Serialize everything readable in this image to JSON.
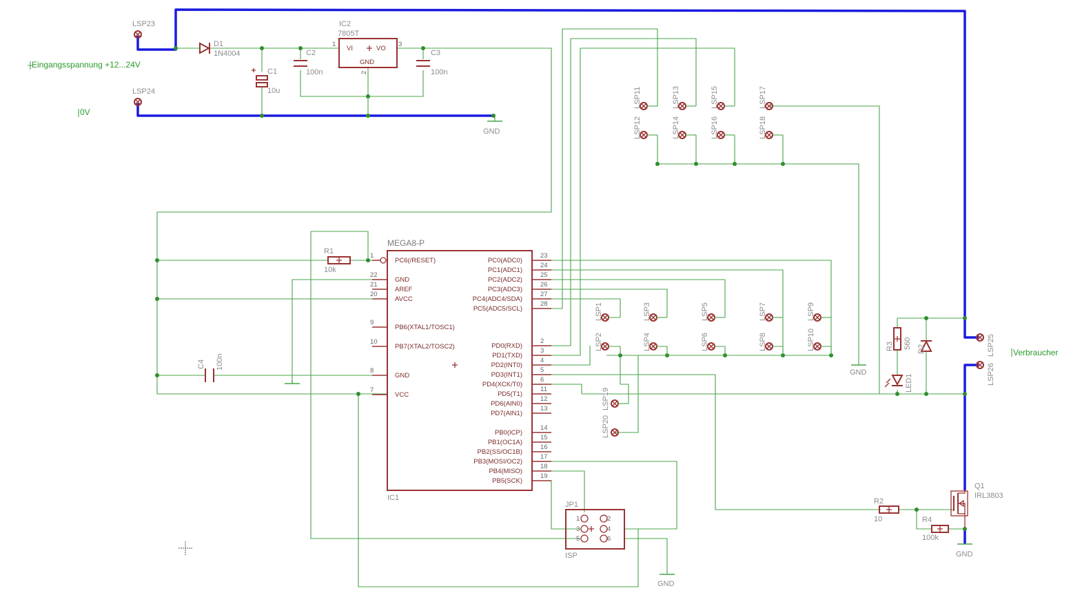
{
  "labels": {
    "input_voltage": "Eingangsspannung +12...24V",
    "zero_volt": "0V",
    "load": "Verbraucher",
    "lsp23": "LSP23",
    "lsp24": "LSP24",
    "lsp25": "LSP25",
    "lsp26": "LSP26",
    "d1_name": "D1",
    "d1_value": "1N4004",
    "c1_name": "C1",
    "c1_value": "10u",
    "c2_name": "C2",
    "c2_value": "100n",
    "c3_name": "C3",
    "c3_value": "100n",
    "c4_name": "C4",
    "c4_value": "100n",
    "ic2_name": "IC2",
    "ic2_value": "7805T",
    "ic2_vi": "VI",
    "ic2_vo": "VO",
    "ic2_gnd": "GND",
    "ic2_pin1": "1",
    "ic2_pin2": "2",
    "ic2_pin3": "3",
    "gnd": "GND",
    "r1_name": "R1",
    "r1_value": "10k",
    "r2_name": "R2",
    "r2_value": "10",
    "r3_name": "R3",
    "r3_value": "560",
    "r4_name": "R4",
    "r4_value": "100k",
    "d2_name": "D2",
    "led1_name": "LED1",
    "q1_name": "Q1",
    "q1_value": "IRL3803",
    "ic1_value": "MEGA8-P",
    "ic1_name": "IC1",
    "jp1_name": "JP1",
    "jp1_value": "ISP",
    "jp1_pins": [
      "1",
      "2",
      "3",
      "4",
      "5",
      "6"
    ]
  },
  "mega8": {
    "left_pins": [
      {
        "num": "1",
        "name": "PC6(/RESET)"
      },
      {
        "num": "22",
        "name": "GND"
      },
      {
        "num": "21",
        "name": "AREF"
      },
      {
        "num": "20",
        "name": "AVCC"
      },
      {
        "num": "9",
        "name": "PB6(XTAL1/TOSC1)"
      },
      {
        "num": "10",
        "name": "PB7(XTAL2/TOSC2)"
      },
      {
        "num": "8",
        "name": "GND"
      },
      {
        "num": "7",
        "name": "VCC"
      }
    ],
    "right_pins": [
      {
        "num": "23",
        "name": "PC0(ADC0)"
      },
      {
        "num": "24",
        "name": "PC1(ADC1)"
      },
      {
        "num": "25",
        "name": "PC2(ADC2)"
      },
      {
        "num": "26",
        "name": "PC3(ADC3)"
      },
      {
        "num": "27",
        "name": "PC4(ADC4/SDA)"
      },
      {
        "num": "28",
        "name": "PC5(ADC5/SCL)"
      },
      {
        "num": "2",
        "name": "PD0(RXD)"
      },
      {
        "num": "3",
        "name": "PD1(TXD)"
      },
      {
        "num": "4",
        "name": "PD2(INT0)"
      },
      {
        "num": "5",
        "name": "PD3(INT1)"
      },
      {
        "num": "6",
        "name": "PD4(XCK/T0)"
      },
      {
        "num": "11",
        "name": "PD5(T1)"
      },
      {
        "num": "12",
        "name": "PD6(AIN0)"
      },
      {
        "num": "13",
        "name": "PD7(AIN1)"
      },
      {
        "num": "14",
        "name": "PB0(ICP)"
      },
      {
        "num": "15",
        "name": "PB1(OC1A)"
      },
      {
        "num": "16",
        "name": "PB2(SS/OC1B)"
      },
      {
        "num": "17",
        "name": "PB3(MOSI/OC2)"
      },
      {
        "num": "18",
        "name": "PB4(MISO)"
      },
      {
        "num": "19",
        "name": "PB5(SCK)"
      }
    ]
  },
  "solder_pads": {
    "top_row": [
      "LSP11",
      "LSP13",
      "LSP15",
      "LSP17"
    ],
    "top_row_b": [
      "LSP12",
      "LSP14",
      "LSP16",
      "LSP18"
    ],
    "mid_row": [
      "LSP1",
      "LSP3",
      "LSP5",
      "LSP7",
      "LSP9"
    ],
    "mid_row_b": [
      "LSP2",
      "LSP4",
      "LSP6",
      "LSP8",
      "LSP10"
    ],
    "lower": [
      "LSP19",
      "LSP20"
    ]
  },
  "colors": {
    "wire": "#49a349",
    "bus": "#1a1ae0",
    "symbol": "#9a3030",
    "label": "#8c8c8c",
    "net_label": "#2a9a2a"
  }
}
